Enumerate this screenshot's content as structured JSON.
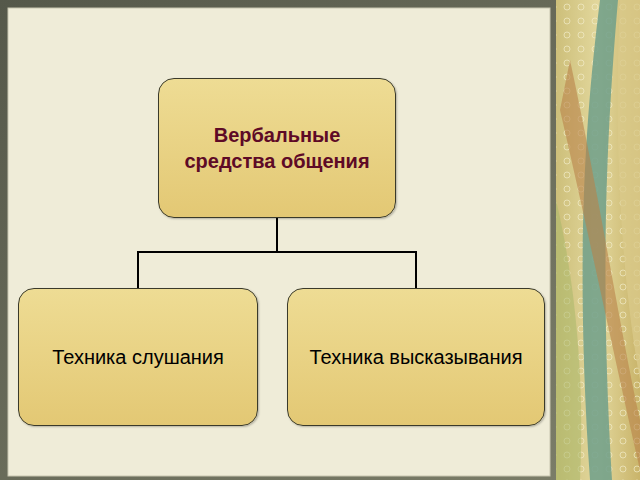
{
  "diagram": {
    "nodes": [
      {
        "text": [
          "Вербальные средства общения"
        ]
      },
      {
        "text": [
          "Техника слушания"
        ]
      },
      {
        "text": [
          "Техника высказывания"
        ]
      }
    ],
    "edges": [
      {
        "from": 0,
        "to": 1,
        "arrow": "none"
      },
      {
        "from": 0,
        "to": 2,
        "arrow": "none"
      }
    ]
  }
}
